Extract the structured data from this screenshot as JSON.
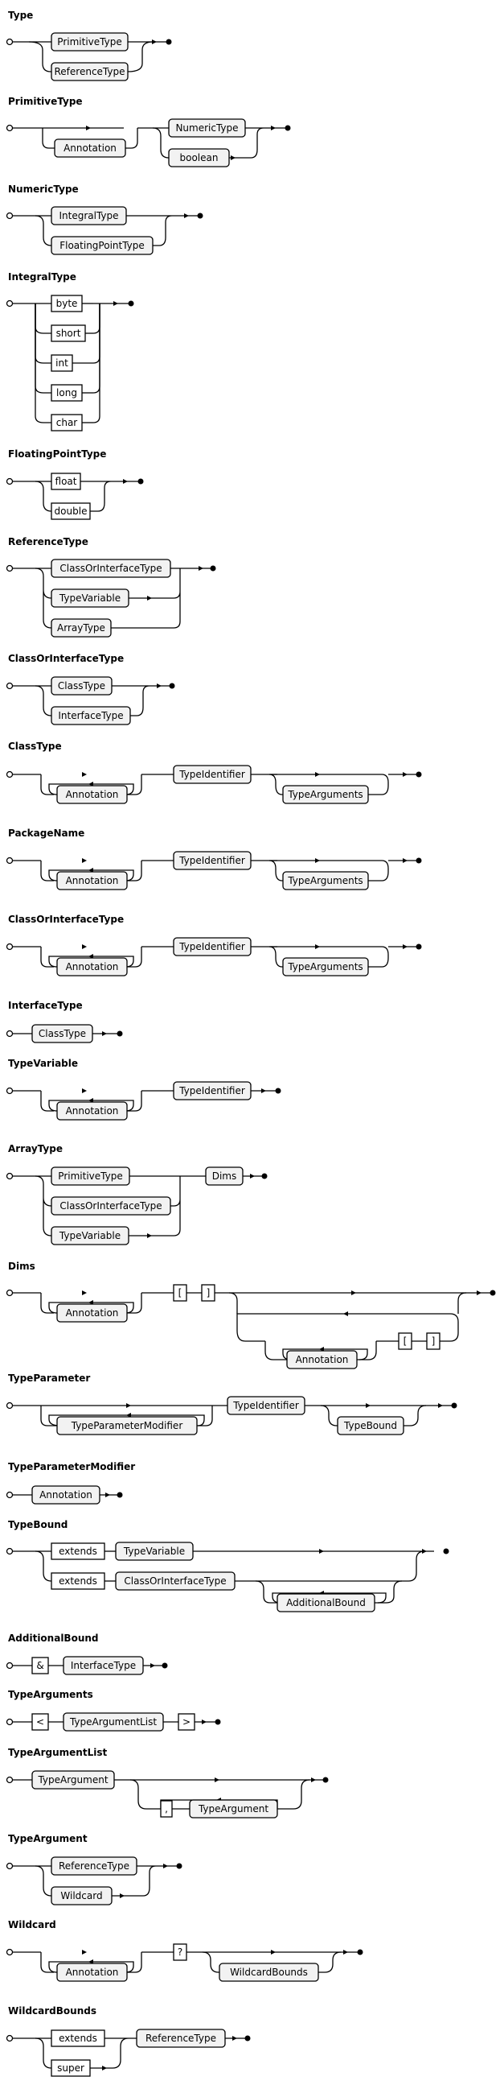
{
  "rules": {
    "type": {
      "title": "Type",
      "primitive_type": "PrimitiveType",
      "reference_type": "ReferenceType"
    },
    "primitive_type": {
      "title": "PrimitiveType",
      "annotation": "Annotation",
      "numeric_type": "NumericType",
      "boolean": "boolean"
    },
    "numeric_type": {
      "title": "NumericType",
      "integral_type": "IntegralType",
      "floating_point_type": "FloatingPointType"
    },
    "integral_type": {
      "title": "IntegralType",
      "byte": "byte",
      "short": "short",
      "int": "int",
      "long": "long",
      "char": "char"
    },
    "floating_point_type": {
      "title": "FloatingPointType",
      "float": "float",
      "double": "double"
    },
    "reference_type": {
      "title": "ReferenceType",
      "class_or_interface_type": "ClassOrInterfaceType",
      "type_variable": "TypeVariable",
      "array_type": "ArrayType"
    },
    "class_or_interface_type_1": {
      "title": "ClassOrInterfaceType",
      "class_type": "ClassType",
      "interface_type": "InterfaceType"
    },
    "class_type": {
      "title": "ClassType",
      "annotation": "Annotation",
      "type_identifier": "TypeIdentifier",
      "type_arguments": "TypeArguments"
    },
    "package_name": {
      "title": "PackageName",
      "annotation": "Annotation",
      "type_identifier": "TypeIdentifier",
      "type_arguments": "TypeArguments"
    },
    "class_or_interface_type_2": {
      "title": "ClassOrInterfaceType",
      "annotation": "Annotation",
      "type_identifier": "TypeIdentifier",
      "type_arguments": "TypeArguments"
    },
    "interface_type": {
      "title": "InterfaceType",
      "class_type": "ClassType"
    },
    "type_variable": {
      "title": "TypeVariable",
      "annotation": "Annotation",
      "type_identifier": "TypeIdentifier"
    },
    "array_type": {
      "title": "ArrayType",
      "primitive_type": "PrimitiveType",
      "class_or_interface_type": "ClassOrInterfaceType",
      "type_variable": "TypeVariable",
      "dims": "Dims"
    },
    "dims": {
      "title": "Dims",
      "annotation": "Annotation",
      "open_bracket": "[",
      "close_bracket": "]",
      "annotation_repeat": "Annotation",
      "open_bracket_repeat": "[",
      "close_bracket_repeat": "]"
    },
    "type_parameter": {
      "title": "TypeParameter",
      "type_parameter_modifier": "TypeParameterModifier",
      "type_identifier": "TypeIdentifier",
      "type_bound": "TypeBound"
    },
    "type_parameter_modifier": {
      "title": "TypeParameterModifier",
      "annotation": "Annotation"
    },
    "type_bound": {
      "title": "TypeBound",
      "extends_1": "extends",
      "type_variable": "TypeVariable",
      "extends_2": "extends",
      "class_or_interface_type": "ClassOrInterfaceType",
      "additional_bound": "AdditionalBound"
    },
    "additional_bound": {
      "title": "AdditionalBound",
      "ampersand": "&",
      "interface_type": "InterfaceType"
    },
    "type_arguments": {
      "title": "TypeArguments",
      "less_than": "<",
      "type_argument_list": "TypeArgumentList",
      "greater_than": ">"
    },
    "type_argument_list": {
      "title": "TypeArgumentList",
      "type_argument": "TypeArgument",
      "comma": ",",
      "type_argument_repeat": "TypeArgument"
    },
    "type_argument": {
      "title": "TypeArgument",
      "reference_type": "ReferenceType",
      "wildcard": "Wildcard"
    },
    "wildcard": {
      "title": "Wildcard",
      "annotation": "Annotation",
      "question_mark": "?",
      "wildcard_bounds": "WildcardBounds"
    },
    "wildcard_bounds": {
      "title": "WildcardBounds",
      "extends": "extends",
      "super": "super",
      "reference_type": "ReferenceType"
    }
  }
}
